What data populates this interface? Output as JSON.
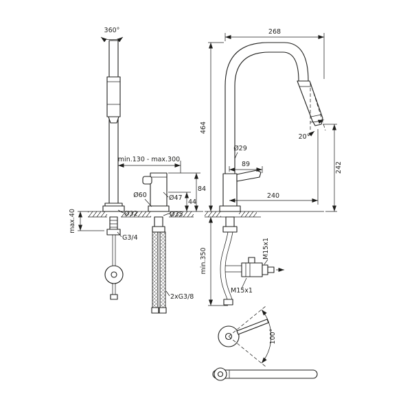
{
  "drawing": {
    "kind": "technical-dimension-drawing",
    "subject": "kitchen mixer tap with pull-out spray",
    "line_color": "#1d1d1b",
    "background": "#ffffff"
  },
  "front_view": {
    "swivel_angle": "360°",
    "reach_range": "min.130 - max.300",
    "escutcheon_diameter": "Ø60",
    "body_diameter": "Ø47",
    "spout_hole_diameter": "Ø32",
    "body_hole_diameter": "Ø35",
    "outlet_height": "44",
    "body_height": "84",
    "spout_shank_thread": "G3/4",
    "max_deck_thickness": "max.40",
    "supply_hoses": "2xG3/8"
  },
  "side_view": {
    "overall_width": "268",
    "overall_height": "464",
    "spray_outlet_height": "242",
    "spout_tube_diameter": "Ø29",
    "handle_length": "89",
    "spout_reach": "240",
    "spray_angle": "20°",
    "min_clearance_below_deck": "min.350",
    "valve_thread_top": "M15x1",
    "valve_thread_side": "M15x1"
  },
  "handle_detail": {
    "swing_angle": "100°"
  }
}
